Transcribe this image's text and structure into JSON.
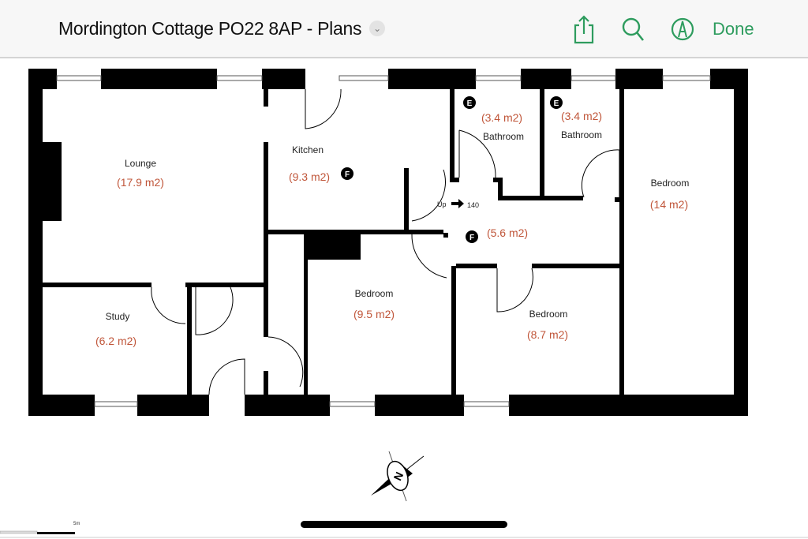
{
  "header": {
    "title": "Mordington Cottage PO22 8AP - Plans",
    "done_label": "Done",
    "accent_color": "#2e9c5e",
    "icons": [
      "share-icon",
      "search-icon",
      "markup-icon",
      "chevron-down-icon"
    ]
  },
  "plan": {
    "rooms": {
      "lounge": {
        "name": "Lounge",
        "area": "(17.9 m2)"
      },
      "kitchen": {
        "name": "Kitchen",
        "area": "(9.3 m2)"
      },
      "bathroom1": {
        "name": "Bathroom",
        "area": "(3.4 m2)"
      },
      "bathroom2": {
        "name": "Bathroom",
        "area": "(3.4 m2)"
      },
      "bedroom_large": {
        "name": "Bedroom",
        "area": "(14 m2)"
      },
      "hall": {
        "area": "(5.6 m2)"
      },
      "study": {
        "name": "Study",
        "area": "(6.2 m2)"
      },
      "bedroom_mid": {
        "name": "Bedroom",
        "area": "(9.5 m2)"
      },
      "bedroom_small": {
        "name": "Bedroom",
        "area": "(8.7 m2)"
      }
    },
    "markers": {
      "e": "E",
      "f": "F"
    },
    "stairs": {
      "up": "Up",
      "number": "140"
    },
    "compass": "N",
    "scale": "5m"
  }
}
